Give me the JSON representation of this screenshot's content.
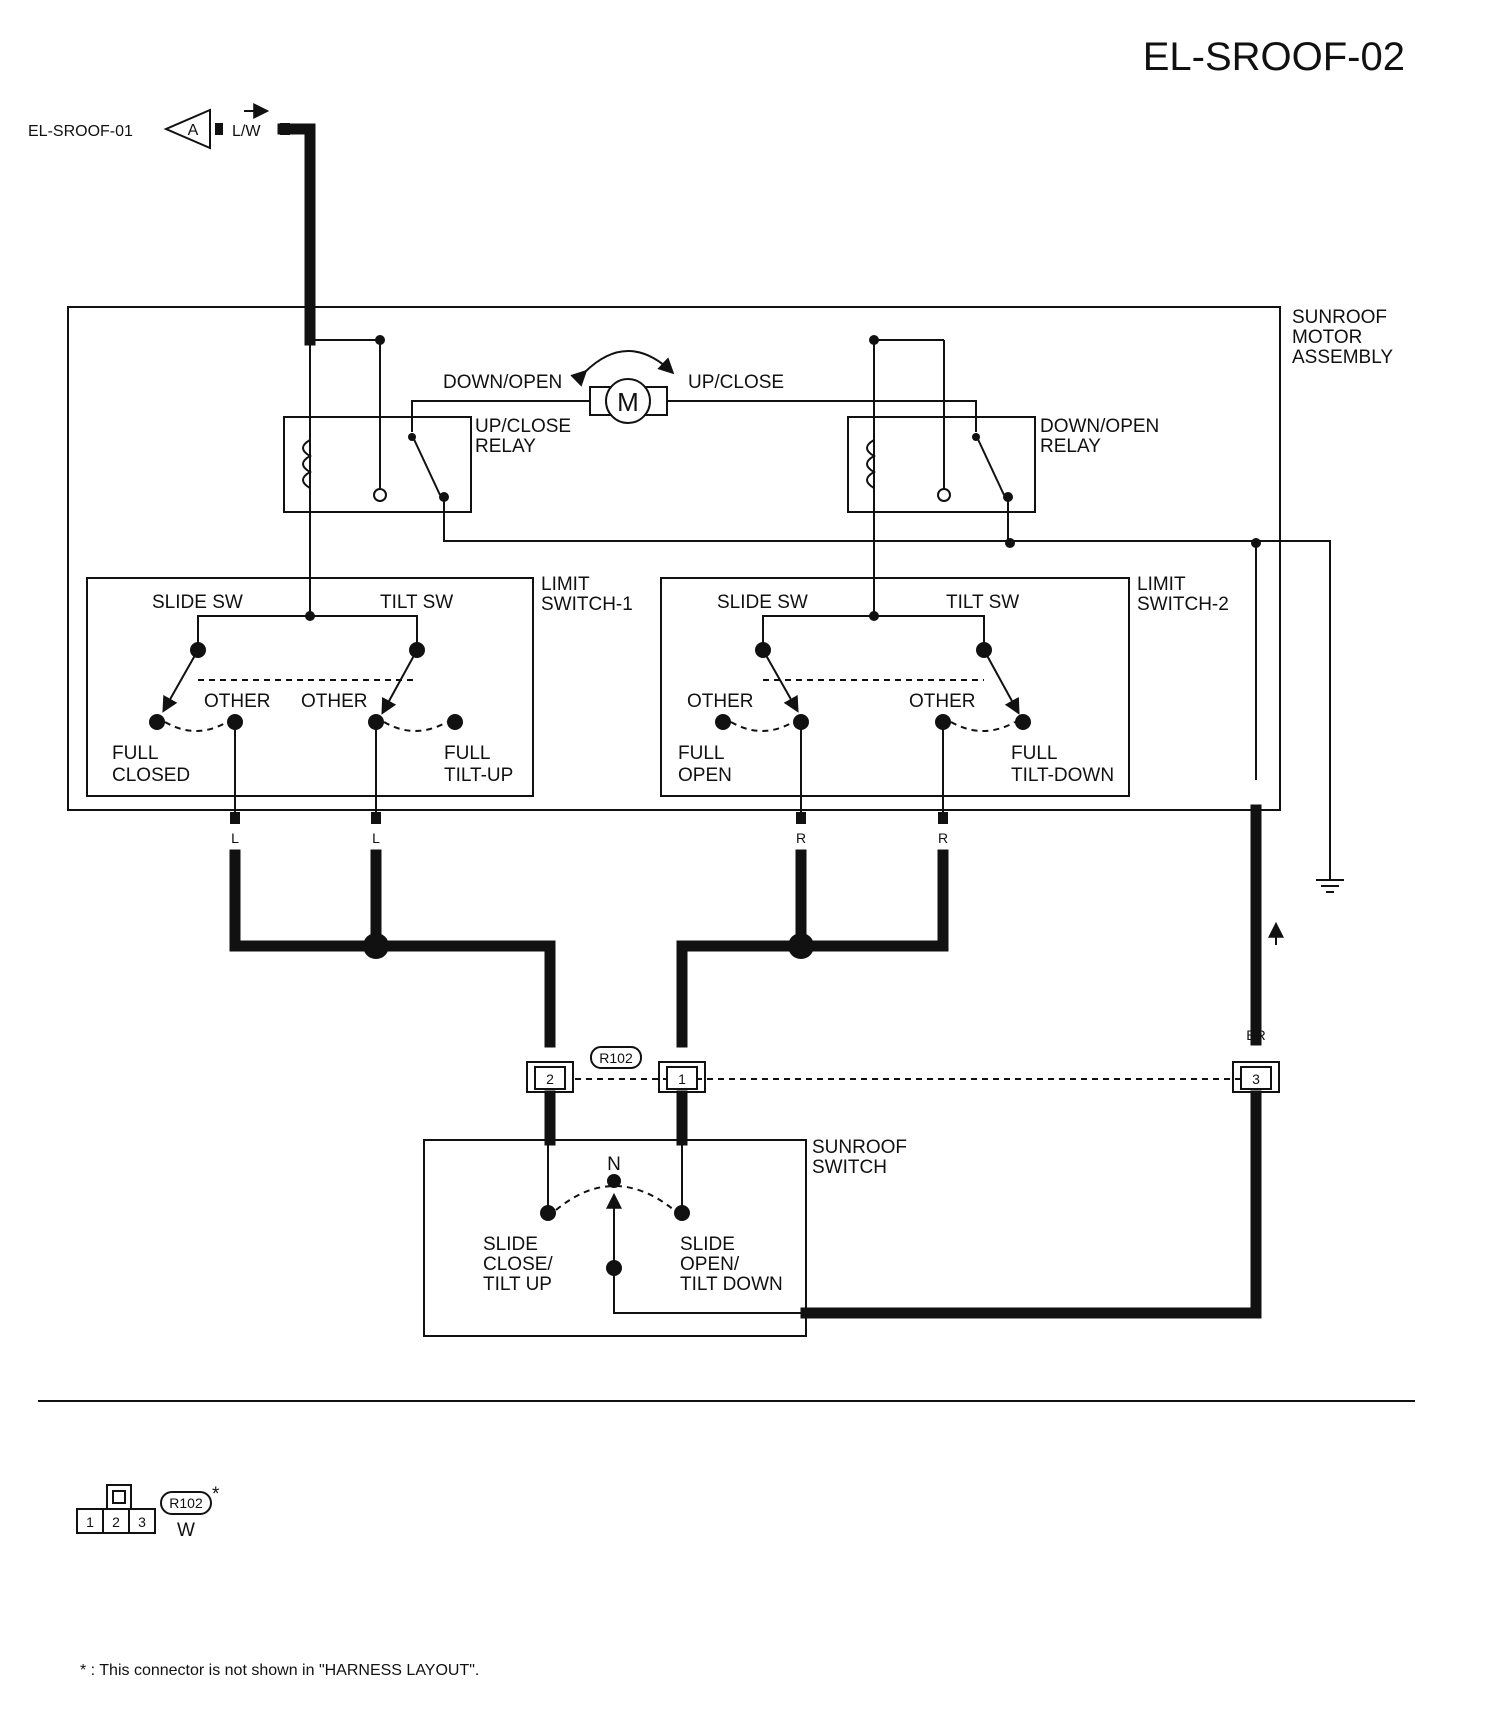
{
  "title": "EL-SROOF-02",
  "source": {
    "ref": "EL-SROOF-01",
    "connector": "A",
    "wire": "L/W"
  },
  "motor": {
    "assembly_label": [
      "SUNROOF",
      "MOTOR",
      "ASSEMBLY"
    ],
    "symbol": "M",
    "left_dir": "DOWN/OPEN",
    "right_dir": "UP/CLOSE",
    "relay1": [
      "UP/CLOSE",
      "RELAY"
    ],
    "relay2": [
      "DOWN/OPEN",
      "RELAY"
    ]
  },
  "limit1": {
    "name": [
      "LIMIT",
      "SWITCH-1"
    ],
    "slide": "SLIDE SW",
    "tilt": "TILT SW",
    "other1": "OTHER",
    "other2": "OTHER",
    "pos_left": [
      "FULL",
      "CLOSED"
    ],
    "pos_right": [
      "FULL",
      "TILT-UP"
    ]
  },
  "limit2": {
    "name": [
      "LIMIT",
      "SWITCH-2"
    ],
    "slide": "SLIDE SW",
    "tilt": "TILT SW",
    "other1": "OTHER",
    "other2": "OTHER",
    "pos_left": [
      "FULL",
      "OPEN"
    ],
    "pos_right": [
      "FULL",
      "TILT-DOWN"
    ]
  },
  "wires": {
    "l": "L",
    "r": "R",
    "br": "BR"
  },
  "connector_r102": {
    "id": "R102",
    "pins": [
      "2",
      "1",
      "3"
    ],
    "color": "W",
    "asterisk": "*"
  },
  "connector_legend_pins": [
    "1",
    "2",
    "3"
  ],
  "switch": {
    "name": [
      "SUNROOF",
      "SWITCH"
    ],
    "neutral": "N",
    "left": [
      "SLIDE",
      "CLOSE/",
      "TILT UP"
    ],
    "right": [
      "SLIDE",
      "OPEN/",
      "TILT DOWN"
    ]
  },
  "footnote": "* : This connector is not shown in \"HARNESS LAYOUT\"."
}
